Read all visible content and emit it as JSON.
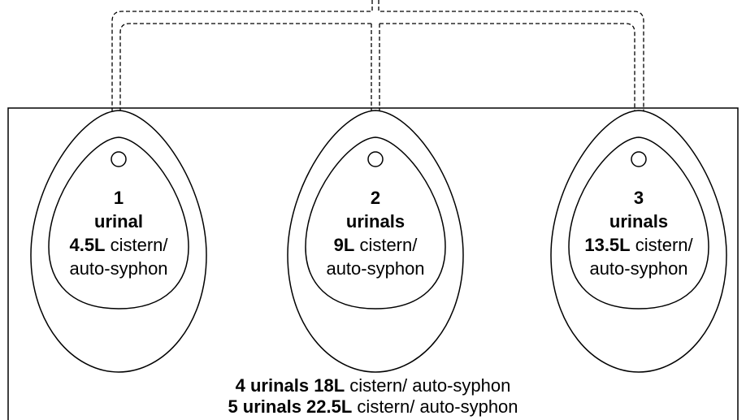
{
  "units": [
    {
      "count": "1",
      "word": "urinal",
      "volume": "4.5L",
      "cistern": " cistern/",
      "syphon": "auto-syphon"
    },
    {
      "count": "2",
      "word": "urinals",
      "volume": "9L",
      "cistern": " cistern/",
      "syphon": "auto-syphon"
    },
    {
      "count": "3",
      "word": "urinals",
      "volume": "13.5L",
      "cistern": " cistern/",
      "syphon": "auto-syphon"
    }
  ],
  "footer": [
    {
      "bold": "4 urinals 18L",
      "rest": " cistern/ auto-syphon"
    },
    {
      "bold": "5 urinals 22.5L",
      "rest": " cistern/ auto-syphon"
    }
  ]
}
